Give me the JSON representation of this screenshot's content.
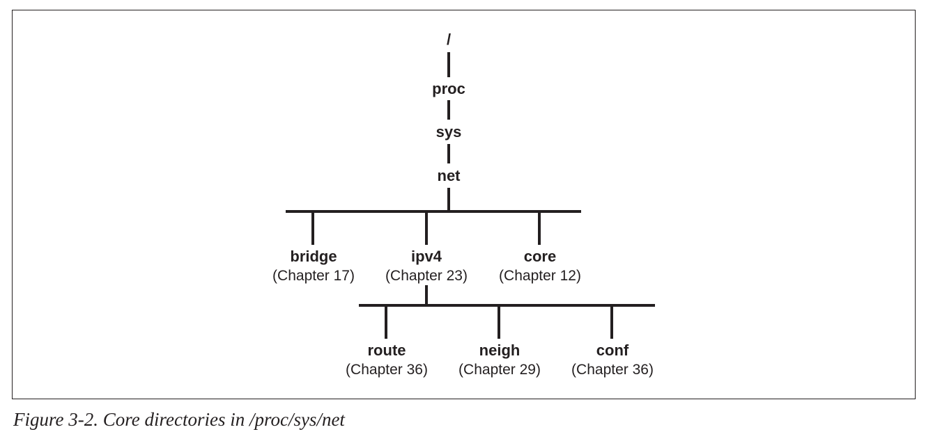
{
  "diagram": {
    "root": {
      "label": "/"
    },
    "path": [
      {
        "label": "proc"
      },
      {
        "label": "sys"
      },
      {
        "label": "net"
      }
    ],
    "net_children": [
      {
        "label": "bridge",
        "note": "(Chapter 17)"
      },
      {
        "label": "ipv4",
        "note": "(Chapter 23)"
      },
      {
        "label": "core",
        "note": "(Chapter 12)"
      }
    ],
    "ipv4_children": [
      {
        "label": "route",
        "note": "(Chapter 36)"
      },
      {
        "label": "neigh",
        "note": "(Chapter 29)"
      },
      {
        "label": "conf",
        "note": "(Chapter 36)"
      }
    ]
  },
  "caption": "Figure 3-2. Core directories in /proc/sys/net"
}
